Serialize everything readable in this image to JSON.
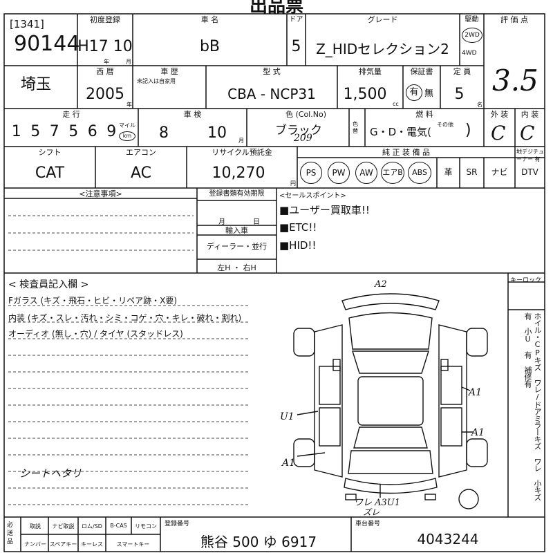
{
  "title": "出品票",
  "top": {
    "lot_label": "[1341]",
    "lot_number": "90144",
    "first_reg_header": "初度登録",
    "first_reg_value": "H17 10",
    "first_reg_year_label": "年",
    "first_reg_month_label": "月",
    "car_name_header": "車 名",
    "car_name_value": "bB",
    "door_header": "ドア",
    "door_value": "5",
    "grade_header": "グレード",
    "grade_value": "Z_HIDセレクション2",
    "drive_header": "駆動",
    "drive_2wd": "2WD",
    "drive_4wd": "4WD",
    "eval_header": "評 価 点",
    "eval_score": "3.5"
  },
  "row2": {
    "pref": "埼玉",
    "seireki_header": "西 暦",
    "seireki_value": "2005",
    "seireki_unit": "年",
    "shareki_header": "車 歴",
    "shareki_note": "未記入は自家用",
    "type_header": "型 式",
    "type_value": "CBA - NCP31",
    "displacement_header": "排気量",
    "displacement_value": "1,500",
    "displacement_unit": "cc",
    "warranty_header": "保証書",
    "warranty_yes": "有",
    "warranty_no": "無",
    "capacity_header": "定 員",
    "capacity_value": "5",
    "capacity_unit": "名"
  },
  "row3": {
    "mileage_header": "走 行",
    "mileage_digits": [
      "1",
      "5",
      "7",
      "5",
      "6",
      "9"
    ],
    "mileage_unit_mile": "マイル",
    "mileage_unit_km": "km",
    "shaken_header": "車 検",
    "shaken_value": "8",
    "shaken_month": "10",
    "shaken_month_unit": "月",
    "color_header": "色 (Col.No)",
    "color_value": "ブラック",
    "color_code": "209",
    "color_change_label": "色替",
    "fuel_header": "燃 料",
    "fuel_value": "G・D・電気(",
    "fuel_other": "その他",
    "exterior_header": "外 装",
    "exterior_value": "C",
    "interior_header": "内 装",
    "interior_value": "C"
  },
  "row4": {
    "shift_header": "シフト",
    "shift_value": "CAT",
    "aircon_header": "エアコン",
    "aircon_value": "AC",
    "recycle_header": "リサイクル預託金",
    "recycle_value": "10,270",
    "recycle_unit": "円",
    "equipment_header": "純 正 装 備 品",
    "equipment": [
      "PS",
      "PW",
      "AW",
      "エアB",
      "ABS",
      "革",
      "SR",
      "ナビ",
      "DTV"
    ],
    "tuner_label": "地デジチューナー 有"
  },
  "notes": {
    "caution_header": "<注意事項>",
    "reg_valid_header": "登録書類有効期限",
    "month_label": "月",
    "day_label": "日",
    "import_header": "輸入車",
    "dealer_label": "ディーラー・並行",
    "steering_label": "左H ・ 右H",
    "sales_header": "<セールスポイント>",
    "sales_points": [
      "■ユーザー買取車!!",
      "■ETC!!",
      "■HID!!"
    ]
  },
  "inspector": {
    "header": "< 検査員記入欄 >",
    "line1": "Fガラス (キズ・飛石・ヒビ・リペア跡・X要)",
    "line2": "内装 (キズ・スレ・汚れ・シミ・コゲ・穴・キレ・破れ・割れ)",
    "line3": "オーディオ (無し・穴) / タイヤ (スタッドレス)",
    "handwritten_note": "シートヘタリ",
    "keylock_label": "キーロック",
    "diagram_marks": [
      "A2",
      "A1",
      "A1",
      "U1",
      "A1",
      "ワレ A3U1",
      "ズレ"
    ],
    "legend": "ホイル・CPキズ ワレ/ドアミラーキズ ワレ 小キズ 有 小U 有 補修有"
  },
  "bottom": {
    "docs_label": "必送品",
    "items_row1": [
      "取説",
      "ナビ取説",
      "ロム/SD",
      "B-CAS",
      "リモコン"
    ],
    "items_row2": [
      "ナンバー",
      "スペアキー",
      "キーレス",
      "スマートキー"
    ],
    "plate_header": "登録番号",
    "plate_value": "熊谷 500 ゆ 6917",
    "chassis_header": "車台番号",
    "chassis_value": "4043244"
  }
}
